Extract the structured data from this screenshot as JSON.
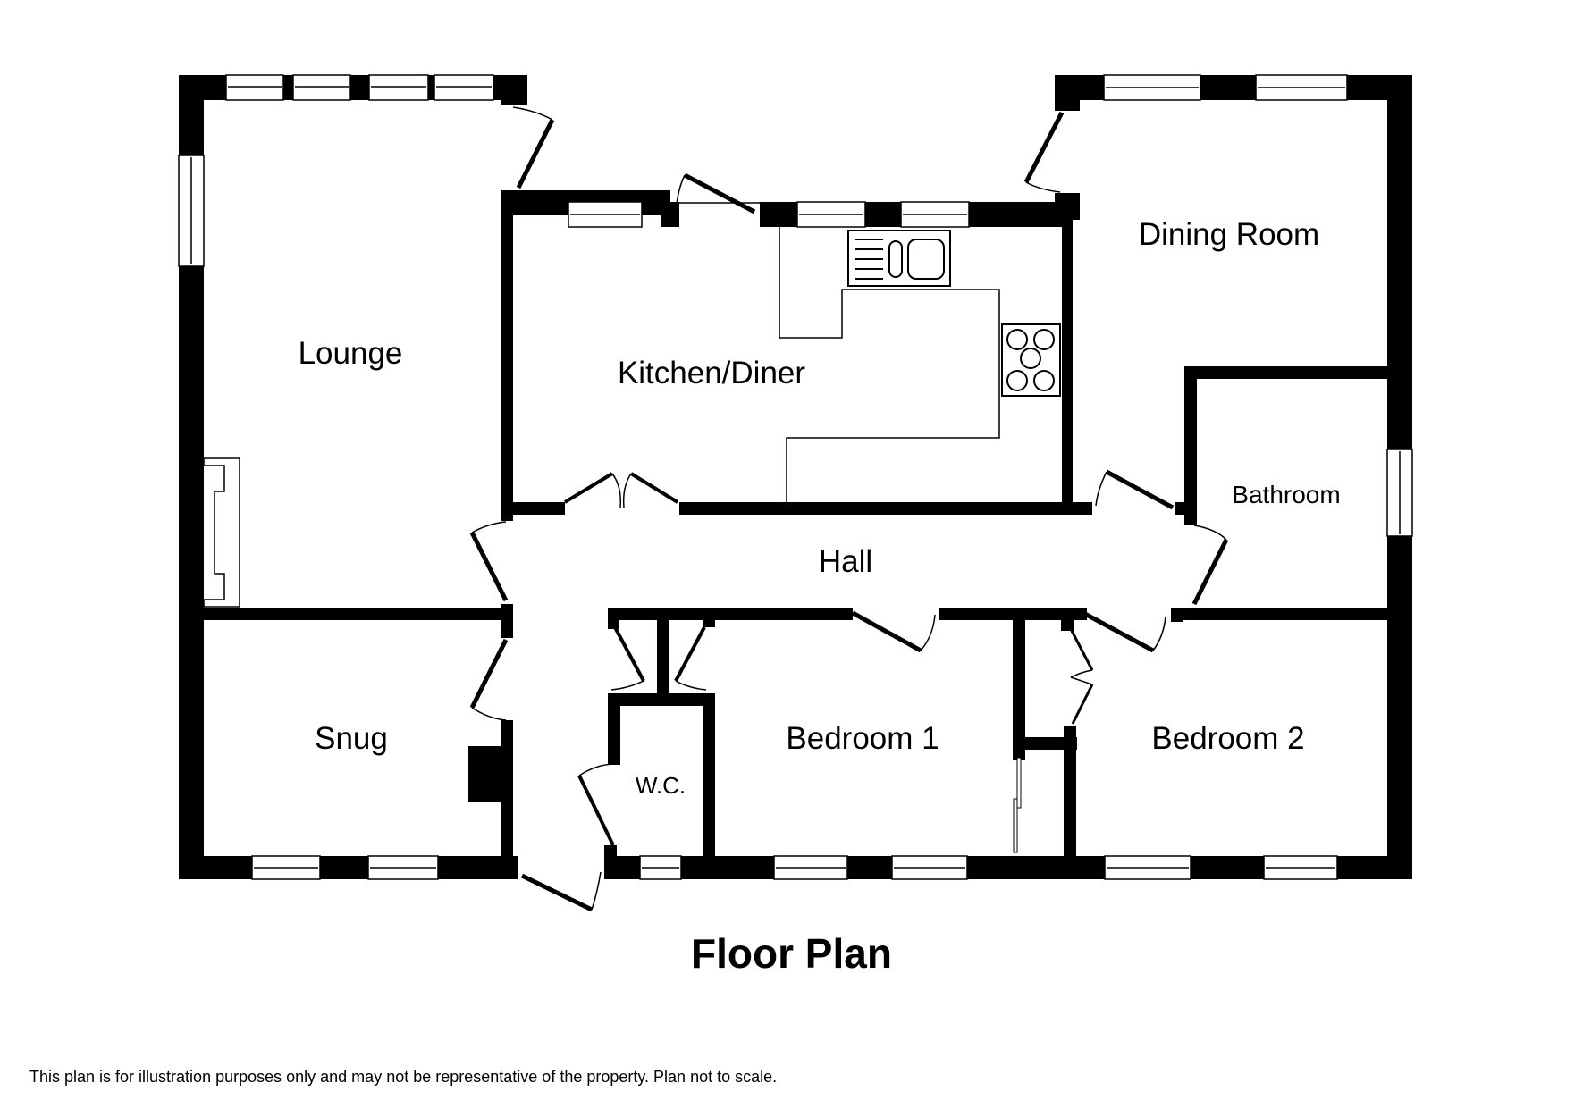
{
  "plan": {
    "title": "Floor Plan",
    "disclaimer": "This plan is for illustration purposes only and may not be representative of the property. Plan not to scale.",
    "colors": {
      "wall": "#000000",
      "background": "#ffffff",
      "window": "#ffffff"
    },
    "rooms": {
      "lounge": {
        "label": "Lounge"
      },
      "kitchen_diner": {
        "label": "Kitchen/Diner"
      },
      "dining_room": {
        "label": "Dining Room"
      },
      "bathroom": {
        "label": "Bathroom"
      },
      "hall": {
        "label": "Hall"
      },
      "snug": {
        "label": "Snug"
      },
      "wc": {
        "label": "W.C."
      },
      "bedroom_1": {
        "label": "Bedroom 1"
      },
      "bedroom_2": {
        "label": "Bedroom 2"
      }
    },
    "fixtures": [
      "sink-icon",
      "hob-icon",
      "fireplace-icon",
      "chimney-breast",
      "wardrobe"
    ]
  }
}
